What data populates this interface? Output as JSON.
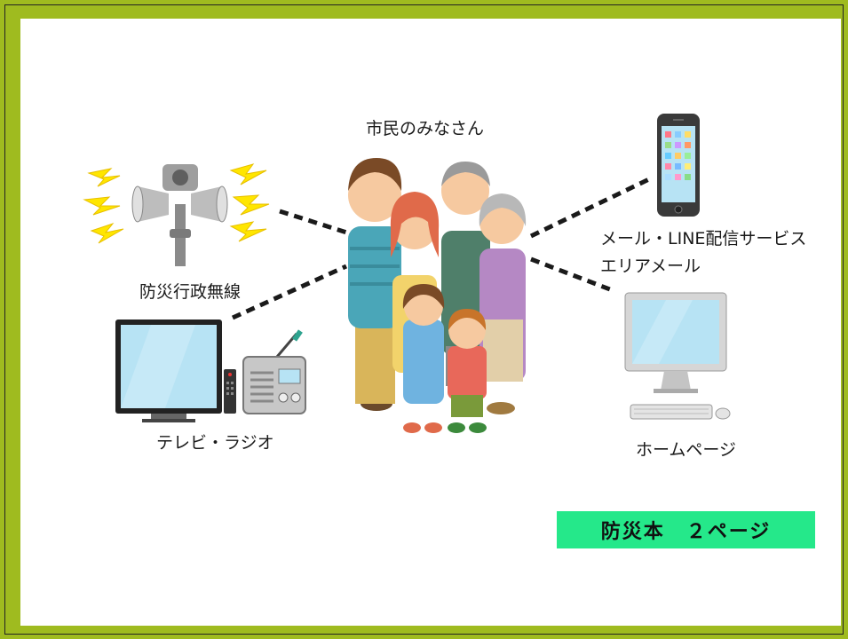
{
  "labels": {
    "citizens": "市民のみなさん",
    "radio_system": "防災行政無線",
    "tv_radio": "テレビ・ラジオ",
    "mail_line": "メール・LINE配信サービス",
    "area_mail": "エリアメール",
    "homepage": "ホームページ"
  },
  "badge": {
    "text": "防災本　２ページ"
  },
  "colors": {
    "frame": "#9fbb1f",
    "badge": "#25e88a",
    "screen": "#b7e3f4"
  }
}
